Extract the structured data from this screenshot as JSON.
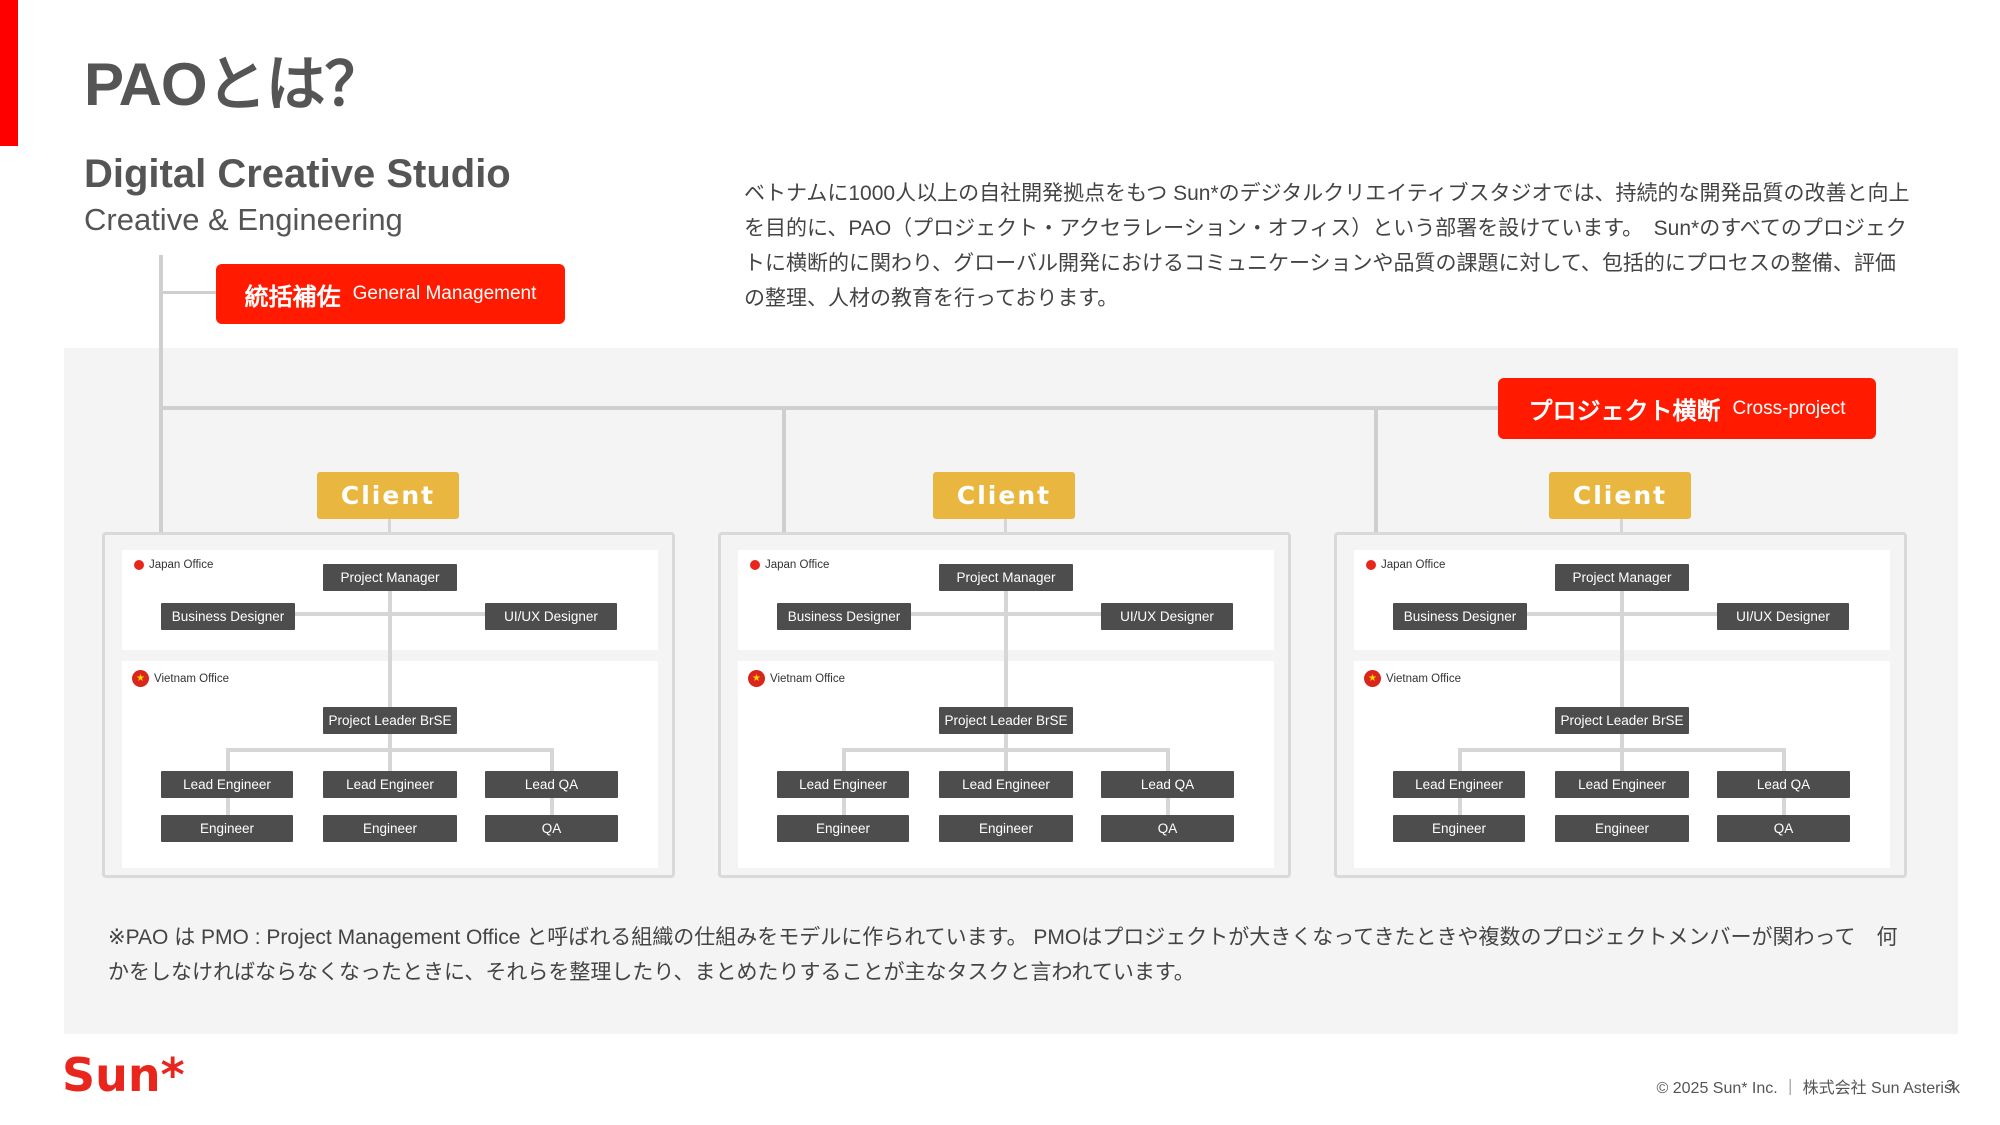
{
  "page": {
    "title": "PAOとは？",
    "page_number": "3"
  },
  "studio": {
    "title": "Digital Creative Studio",
    "subtitle": "Creative & Engineering"
  },
  "intro_text": "ベトナムに1000人以上の自社開発拠点をもつ Sun*のデジタルクリエイティブスタジオでは、持続的な開発品質の改善と向上を目的に、PAO（プロジェクト・アクセラレーション・オフィス）という部署を設けています。　Sun*のすべてのプロジェクトに横断的に関わり、グローバル開発におけるコミュニケーションや品質の課題に対して、包括的にプロセスの整備、評価の整理、人材の教育を行っております。",
  "general_management": {
    "jp": "統括補佐",
    "en": "General Management"
  },
  "cross_project": {
    "jp": "プロジェクト横断",
    "en": "Cross-project"
  },
  "teams": [
    {
      "client": "Client",
      "japan_office": "Japan Office",
      "vietnam_office": "Vietnam Office",
      "project_manager": "Project Manager",
      "business_designer": "Business Designer",
      "uiux_designer": "UI/UX Designer",
      "project_leader": "Project Leader BrSE",
      "lead_engineer_1": "Lead Engineer",
      "lead_engineer_2": "Lead Engineer",
      "lead_qa": "Lead QA",
      "engineer_1": "Engineer",
      "engineer_2": "Engineer",
      "qa": "QA"
    },
    {
      "client": "Client",
      "japan_office": "Japan Office",
      "vietnam_office": "Vietnam Office",
      "project_manager": "Project Manager",
      "business_designer": "Business Designer",
      "uiux_designer": "UI/UX Designer",
      "project_leader": "Project Leader BrSE",
      "lead_engineer_1": "Lead Engineer",
      "lead_engineer_2": "Lead Engineer",
      "lead_qa": "Lead QA",
      "engineer_1": "Engineer",
      "engineer_2": "Engineer",
      "qa": "QA"
    },
    {
      "client": "Client",
      "japan_office": "Japan Office",
      "vietnam_office": "Vietnam Office",
      "project_manager": "Project Manager",
      "business_designer": "Business Designer",
      "uiux_designer": "UI/UX Designer",
      "project_leader": "Project Leader BrSE",
      "lead_engineer_1": "Lead Engineer",
      "lead_engineer_2": "Lead Engineer",
      "lead_qa": "Lead QA",
      "engineer_1": "Engineer",
      "engineer_2": "Engineer",
      "qa": "QA"
    }
  ],
  "footnote": "※PAO は PMO : Project Management Office と呼ばれる組織の仕組みをモデルに作られています。 PMOはプロジェクトが大きくなってきたときや複数のプロジェクトメンバーが関わって　何かをしなければならなくなったときに、それらを整理したり、まとめたりすることが主なタスクと言われています。",
  "footer": {
    "logo": "Sun*",
    "copyright": "© 2025 Sun* Inc. ｜ 株式会社 Sun Asterisk"
  },
  "colors": {
    "accent_red": "#ff1a00",
    "client_yellow": "#e9b740",
    "node_dark": "#4d4d4d",
    "panel_gray": "#f4f4f4"
  }
}
